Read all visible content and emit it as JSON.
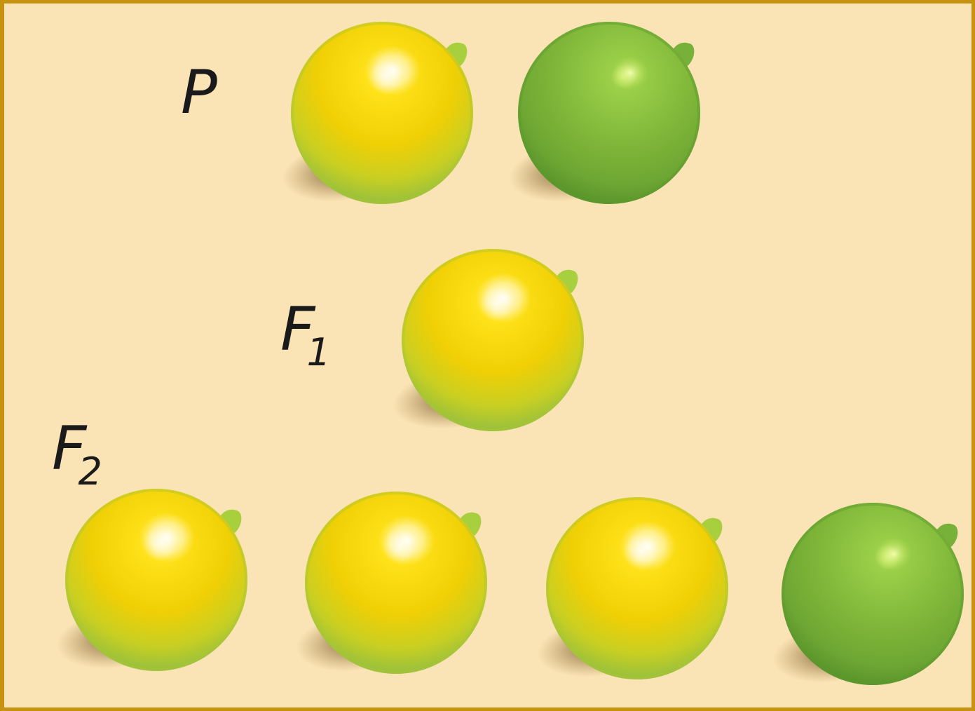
{
  "colors": {
    "background": "#fae3b5",
    "frame": "#c89211",
    "yellow_pea": "#f2d40c",
    "green_pea": "#7fb23a"
  },
  "generations": [
    {
      "label": "P",
      "subscript": "",
      "peas": [
        "yellow",
        "green"
      ]
    },
    {
      "label": "F",
      "subscript": "1",
      "peas": [
        "yellow"
      ]
    },
    {
      "label": "F",
      "subscript": "2",
      "peas": [
        "yellow",
        "yellow",
        "yellow",
        "green"
      ]
    }
  ]
}
